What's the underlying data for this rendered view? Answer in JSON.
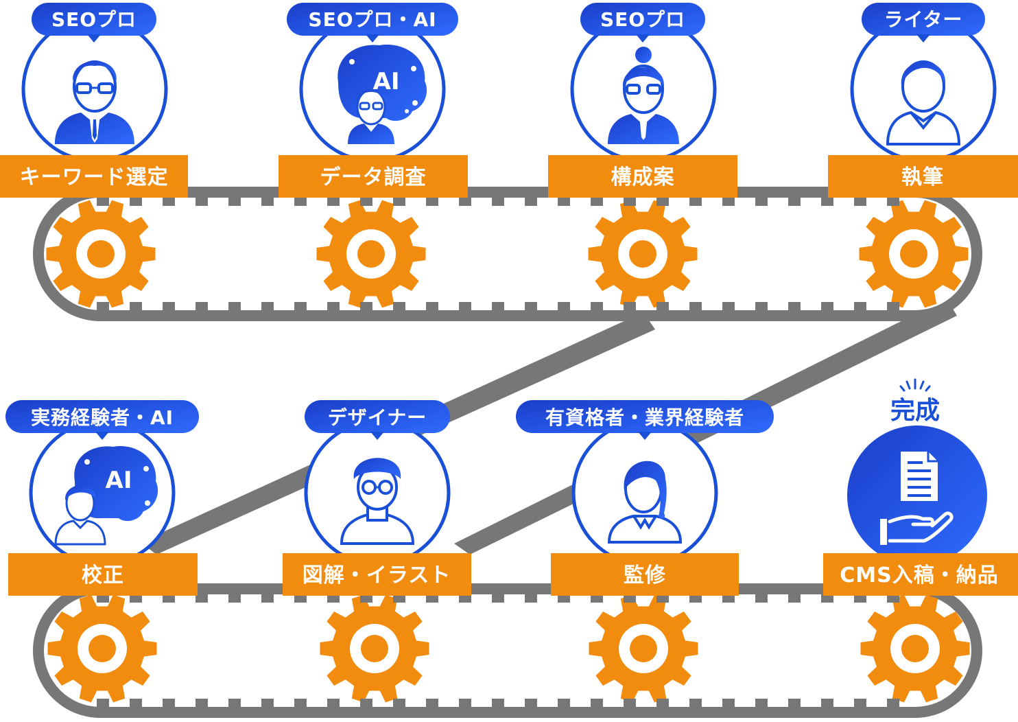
{
  "colors": {
    "blue": "#1a4fd8",
    "blue_light": "#2f6bff",
    "orange": "#f28c0f",
    "belt": "#777777"
  },
  "ai_glyph": "AI",
  "top_row": [
    {
      "role": "SEOプロ",
      "task": "キーワード選定",
      "icon": "man-glasses-icon"
    },
    {
      "role": "SEOプロ・AI",
      "task": "データ調査",
      "icon": "ai-brain-woman-icon"
    },
    {
      "role": "SEOプロ",
      "task": "構成案",
      "icon": "woman-bun-glasses-icon"
    },
    {
      "role": "ライター",
      "task": "執筆",
      "icon": "man-casual-icon"
    }
  ],
  "bottom_row": [
    {
      "role": "実務経験者・AI",
      "task": "校正",
      "icon": "ai-brain-man-icon"
    },
    {
      "role": "デザイナー",
      "task": "図解・イラスト",
      "icon": "designer-beret-icon"
    },
    {
      "role": "有資格者・業界経験者",
      "task": "監修",
      "icon": "woman-ponytail-icon"
    },
    {
      "role": "完成",
      "task": "CMS入稿・納品",
      "icon": "document-hand-icon"
    }
  ]
}
